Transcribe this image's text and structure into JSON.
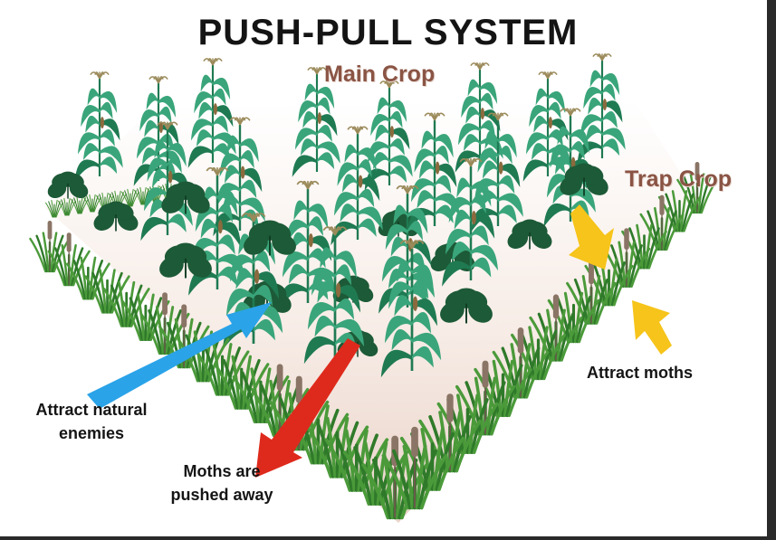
{
  "title": "PUSH-PULL SYSTEM",
  "labels": {
    "main_crop": "Main Crop",
    "trap_crop": "Trap Crop",
    "attract_natural_line1": "Attract natural",
    "attract_natural_line2": "enemies",
    "moths_pushed_line1": "Moths are",
    "moths_pushed_line2": "pushed away",
    "attract_moths": "Attract moths"
  },
  "colors": {
    "maize_leaf": "#3aa57a",
    "maize_dark": "#1f7a52",
    "tassel": "#9b8a5a",
    "desmodium": "#1d5a37",
    "napier_grass": "#4b9a3a",
    "napier_head": "#8a7465",
    "arrow_blue": "#2aa3e8",
    "arrow_red": "#de2a1c",
    "arrow_yellow": "#f6c41a",
    "ground": "#f5e9e2"
  },
  "icons": [
    "maize-plant-icon",
    "desmodium-plant-icon",
    "napier-grass-icon"
  ]
}
